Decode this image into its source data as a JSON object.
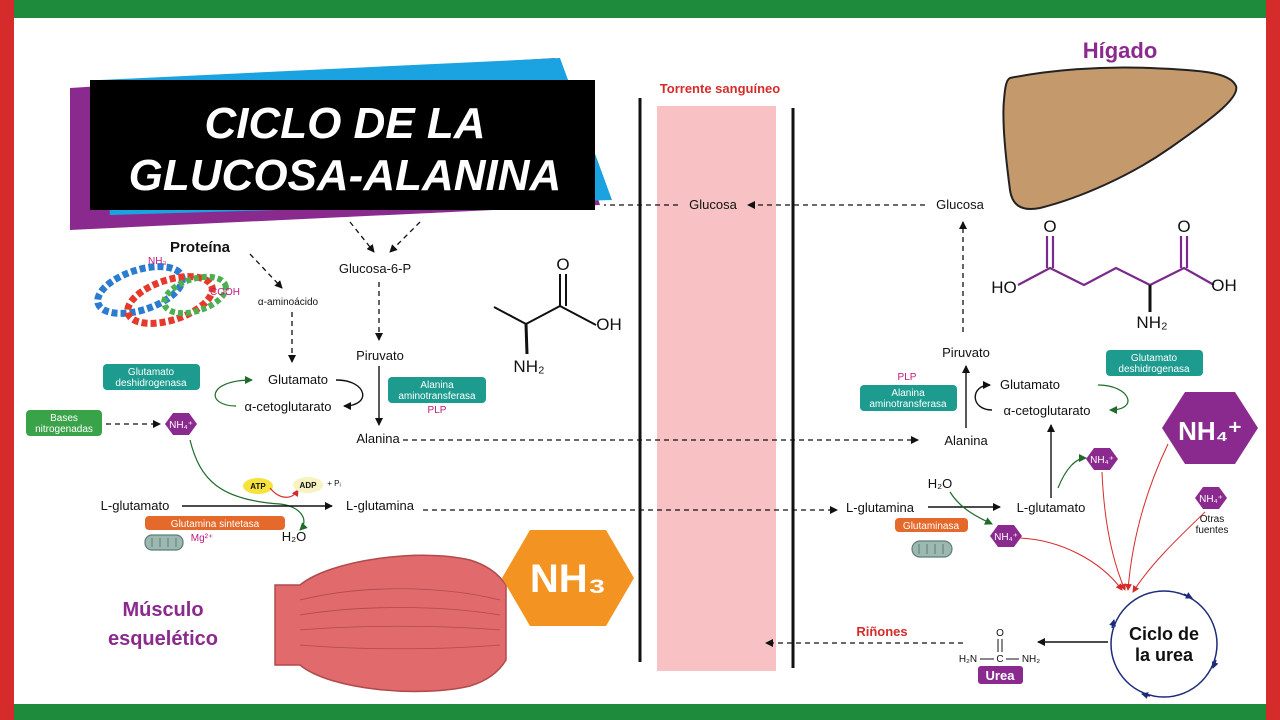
{
  "title": {
    "line1": "CICLO DE LA",
    "line2": "GLUCOSA-ALANINA"
  },
  "compartments": {
    "liver": "Hígado",
    "blood": "Torrente sanguíneo",
    "muscle_line1": "Músculo",
    "muscle_line2": "esquelético",
    "kidneys": "Riñones"
  },
  "muscle": {
    "protein": "Proteína",
    "alpha_aa": "α-aminoácido",
    "g6p": "Glucosa-6-P",
    "pyruvate": "Piruvato",
    "glutamate": "Glutamato",
    "akg": "α-cetoglutarato",
    "alanine": "Alanina",
    "l_glutamate": "L-glutamato",
    "l_glutamine": "L-glutamina",
    "h2o": "H₂O",
    "atp": "ATP",
    "adp": "ADP",
    "pi": "+ Pᵢ",
    "mg": "Mg²⁺",
    "plp": "PLP",
    "nh4_small": "NH₄⁺",
    "enzyme_gdh_1": "Glutamato",
    "enzyme_gdh_2": "deshidrogenasa",
    "enzyme_alt_1": "Alanina",
    "enzyme_alt_2": "aminotransferasa",
    "bases_1": "Bases",
    "bases_2": "nitrogenadas",
    "enzyme_gs": "Glutamina sintetasa",
    "protein_nh3": "NH₃",
    "protein_cooh": "COOH"
  },
  "blood": {
    "glucose": "Glucosa",
    "nh3_big": "NH₃"
  },
  "alanine_mol": {
    "o": "O",
    "oh": "OH",
    "nh2": "NH₂"
  },
  "liver": {
    "glucose": "Glucosa",
    "pyruvate": "Piruvato",
    "glutamate": "Glutamato",
    "akg": "α-cetoglutarato",
    "alanine": "Alanina",
    "l_glutamine": "L-glutamina",
    "l_glutamate": "L-glutamato",
    "h2o": "H₂O",
    "plp": "PLP",
    "enzyme_alt_1": "Alanina",
    "enzyme_alt_2": "aminotransferasa",
    "enzyme_gdh_1": "Glutamato",
    "enzyme_gdh_2": "deshidrogenasa",
    "enzyme_glutaminase": "Glutaminasa",
    "nh4_big": "NH₄⁺",
    "nh4_small": "NH₄⁺",
    "other_sources_1": "Otras",
    "other_sources_2": "fuentes",
    "urea_cycle_1": "Ciclo de",
    "urea_cycle_2": "la urea",
    "urea": "Urea",
    "urea_o": "O",
    "urea_h2n": "H₂N",
    "urea_c": "C",
    "urea_nh2": "NH₂"
  },
  "glutamate_mol": {
    "o1": "O",
    "o2": "O",
    "ho": "HO",
    "oh": "OH",
    "nh2": "NH₂"
  },
  "colors": {
    "frame_green": "#1e8a3b",
    "frame_red": "#d62b2b",
    "teal": "#1d9b8f",
    "green_tag": "#3aa34a",
    "orange_tag": "#e4692a",
    "purple": "#8b2a8e",
    "nh3_orange": "#f39322",
    "blood_pink": "#f8c2c4",
    "liver_brown": "#c49a6c",
    "muscle_red": "#e06a6c"
  }
}
